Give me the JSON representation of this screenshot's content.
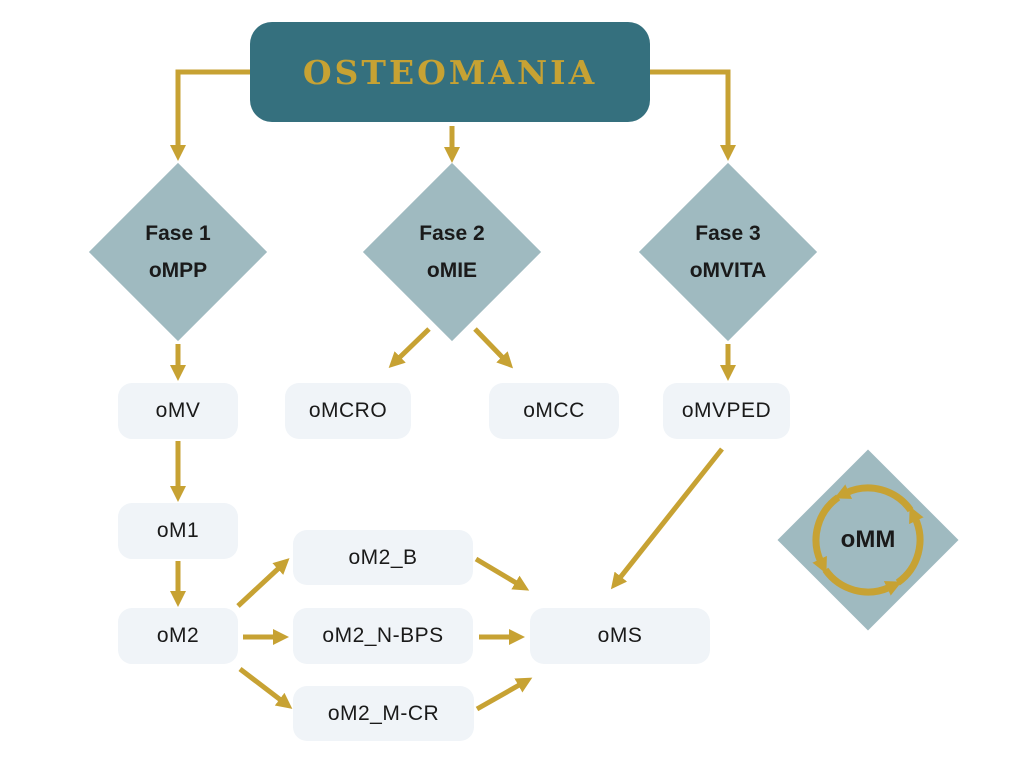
{
  "title": "OSTEOMANIA",
  "colors": {
    "teal": "#35707E",
    "gold": "#C7A233",
    "diamond": "#9FBAC0",
    "node_bg": "#F0F4F8",
    "text": "#1A1A1A",
    "bg": "#FFFFFF"
  },
  "phases": [
    {
      "label": "Fase 1",
      "code": "oMPP"
    },
    {
      "label": "Fase 2",
      "code": "oMIE"
    },
    {
      "label": "Fase 3",
      "code": "oMVITA"
    }
  ],
  "nodes": {
    "oMV": "oMV",
    "oMCRO": "oMCRO",
    "oMCC": "oMCC",
    "oMVPED": "oMVPED",
    "oM1": "oM1",
    "oM2": "oM2",
    "oM2_B": "oM2_B",
    "oM2_N_BPS": "oM2_N-BPS",
    "oM2_M_CR": "oM2_M-CR",
    "oMS": "oMS"
  },
  "cycle_node": {
    "label": "oMM",
    "icon": "counterclockwise-cycle-arrows-icon"
  },
  "edges": [
    {
      "from": "OSTEOMANIA",
      "to": "oMPP"
    },
    {
      "from": "OSTEOMANIA",
      "to": "oMIE"
    },
    {
      "from": "OSTEOMANIA",
      "to": "oMVITA"
    },
    {
      "from": "oMPP",
      "to": "oMV"
    },
    {
      "from": "oMIE",
      "to": "oMCRO"
    },
    {
      "from": "oMIE",
      "to": "oMCC"
    },
    {
      "from": "oMVITA",
      "to": "oMVPED"
    },
    {
      "from": "oMVPED",
      "to": "oMS"
    },
    {
      "from": "oMV",
      "to": "oM1"
    },
    {
      "from": "oM1",
      "to": "oM2"
    },
    {
      "from": "oM2",
      "to": "oM2_B"
    },
    {
      "from": "oM2",
      "to": "oM2_N-BPS"
    },
    {
      "from": "oM2",
      "to": "oM2_M-CR"
    },
    {
      "from": "oM2_B",
      "to": "oMS"
    },
    {
      "from": "oM2_N-BPS",
      "to": "oMS"
    },
    {
      "from": "oM2_M-CR",
      "to": "oMS"
    }
  ]
}
